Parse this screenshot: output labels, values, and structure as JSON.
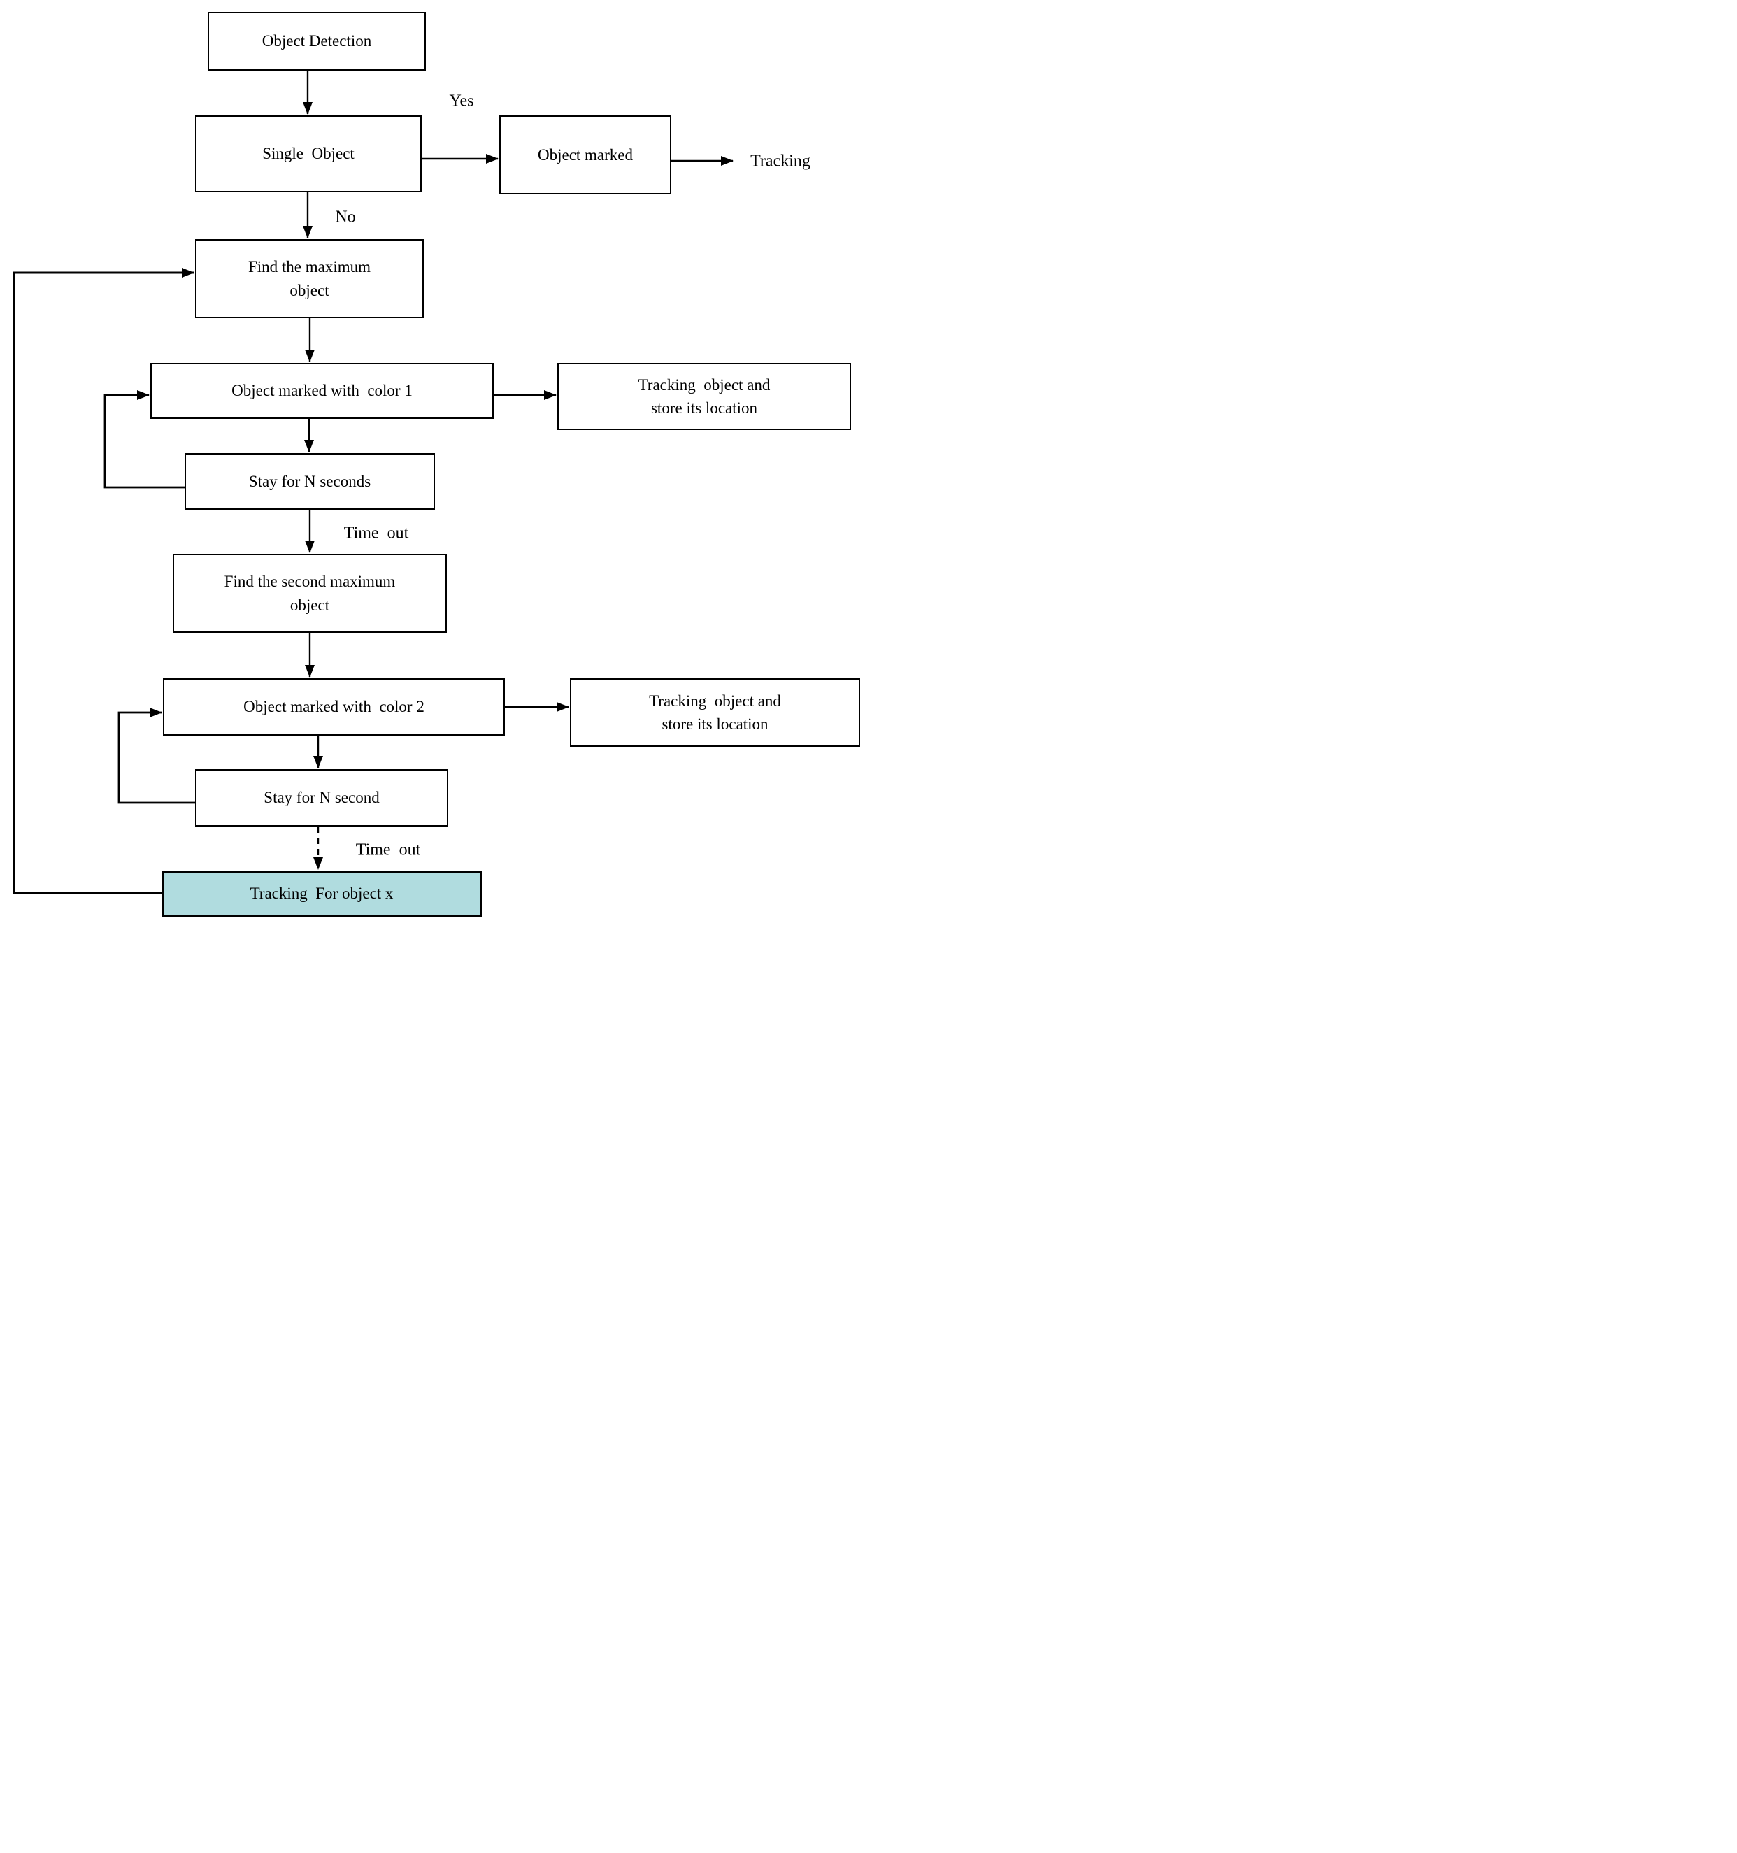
{
  "nodes": {
    "object_detection": {
      "label": "Object Detection"
    },
    "single_object": {
      "label": "Single  Object"
    },
    "object_marked": {
      "label": "Object marked"
    },
    "find_maximum": {
      "label": "Find the maximum\nobject"
    },
    "color1": {
      "label": "Object marked with  color 1"
    },
    "tracking_store_1": {
      "label": "Tracking  object and\nstore its location"
    },
    "stay_n_seconds": {
      "label": "Stay for N seconds"
    },
    "find_second_maximum": {
      "label": "Find the second maximum\nobject"
    },
    "color2": {
      "label": "Object marked with  color 2"
    },
    "tracking_store_2": {
      "label": "Tracking  object and\nstore its location"
    },
    "stay_n_second": {
      "label": "Stay for N second"
    },
    "tracking_object_x": {
      "label": "Tracking  For object x"
    }
  },
  "edge_labels": {
    "yes": "Yes",
    "no": "No",
    "timeout_1": "Time  out",
    "timeout_2": "Time  out",
    "tracking_terminal": "Tracking"
  },
  "colors": {
    "line": "#000000",
    "box_border": "#000000",
    "box_fill": "#ffffff",
    "highlight_fill": "#b0dcdf",
    "background": "#ffffff"
  }
}
